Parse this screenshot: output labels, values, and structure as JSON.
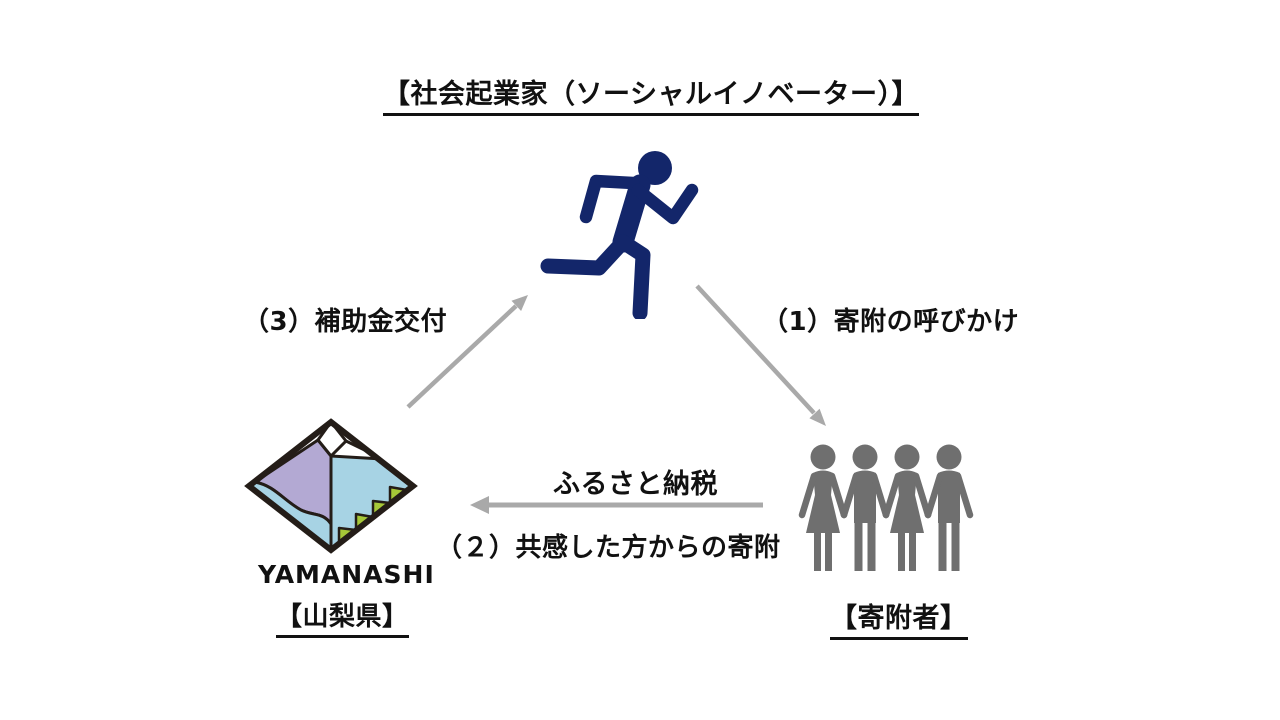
{
  "diagram": {
    "title": "【社会起業家（ソーシャルイノベーター）】",
    "nodes": {
      "entrepreneur": {
        "icon": "running-person-icon"
      },
      "prefecture": {
        "logo_text": "YAMANASHI",
        "label": "【山梨県】",
        "icon": "yamanashi-diamond-logo"
      },
      "donors": {
        "label": "【寄附者】",
        "icon": "people-holding-hands-icon"
      }
    },
    "flows": [
      {
        "step": "1",
        "label": "（1）寄附の呼びかけ",
        "from": "entrepreneur",
        "to": "donors"
      },
      {
        "step": "2",
        "label": "（２）共感した方からの寄附",
        "via": "ふるさと納税",
        "from": "donors",
        "to": "prefecture"
      },
      {
        "step": "3",
        "label": "（3）補助金交付",
        "from": "prefecture",
        "to": "entrepreneur"
      }
    ]
  },
  "colors": {
    "text": "#111111",
    "runner_navy": "#13266a",
    "people_gray": "#6f6f6f",
    "arrow_gray": "#a9a9a9",
    "logo_outline": "#241d18",
    "logo_lavender": "#b3a9d3",
    "logo_blue": "#a7d3e4",
    "logo_green": "#a6c838",
    "logo_bg": "#ffffff"
  }
}
